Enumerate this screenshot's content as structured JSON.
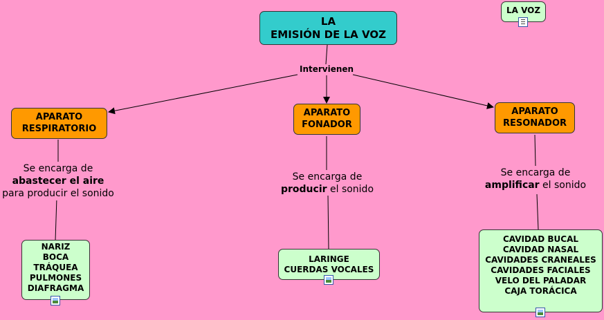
{
  "main_topic": {
    "line1": "LA",
    "line2": "EMISIÓN DE LA VOZ"
  },
  "link_main": "Intervienen",
  "note": "LA VOZ",
  "branches": [
    {
      "title1": "APARATO",
      "title2": "RESPIRATORIO",
      "desc_pre": "Se encarga de",
      "desc_bold": "abastecer el aire",
      "desc_post": "para producir el sonido",
      "items": [
        "NARIZ",
        "BOCA",
        "TRÁQUEA",
        "PULMONES",
        "DIAFRAGMA"
      ]
    },
    {
      "title1": "APARATO",
      "title2": "FONADOR",
      "desc_pre": "Se encarga de",
      "desc_bold": "producir",
      "desc_post": "el sonido",
      "items": [
        "LARINGE",
        "CUERDAS VOCALES"
      ]
    },
    {
      "title1": "APARATO",
      "title2": "RESONADOR",
      "desc_pre": "Se encarga de",
      "desc_bold": "amplificar",
      "desc_post": "el sonido",
      "items": [
        "CAVIDAD BUCAL",
        "CAVIDAD NASAL",
        "CAVIDADES CRANEALES",
        "CAVIDADES FACIALES",
        "VELO DEL PALADAR",
        "CAJA TORÁCICA"
      ]
    }
  ],
  "colors": {
    "background": "#ff99cc",
    "main": "#33cccc",
    "branch": "#ff9900",
    "leaf": "#ccffcc",
    "note": "#ccffcc"
  }
}
